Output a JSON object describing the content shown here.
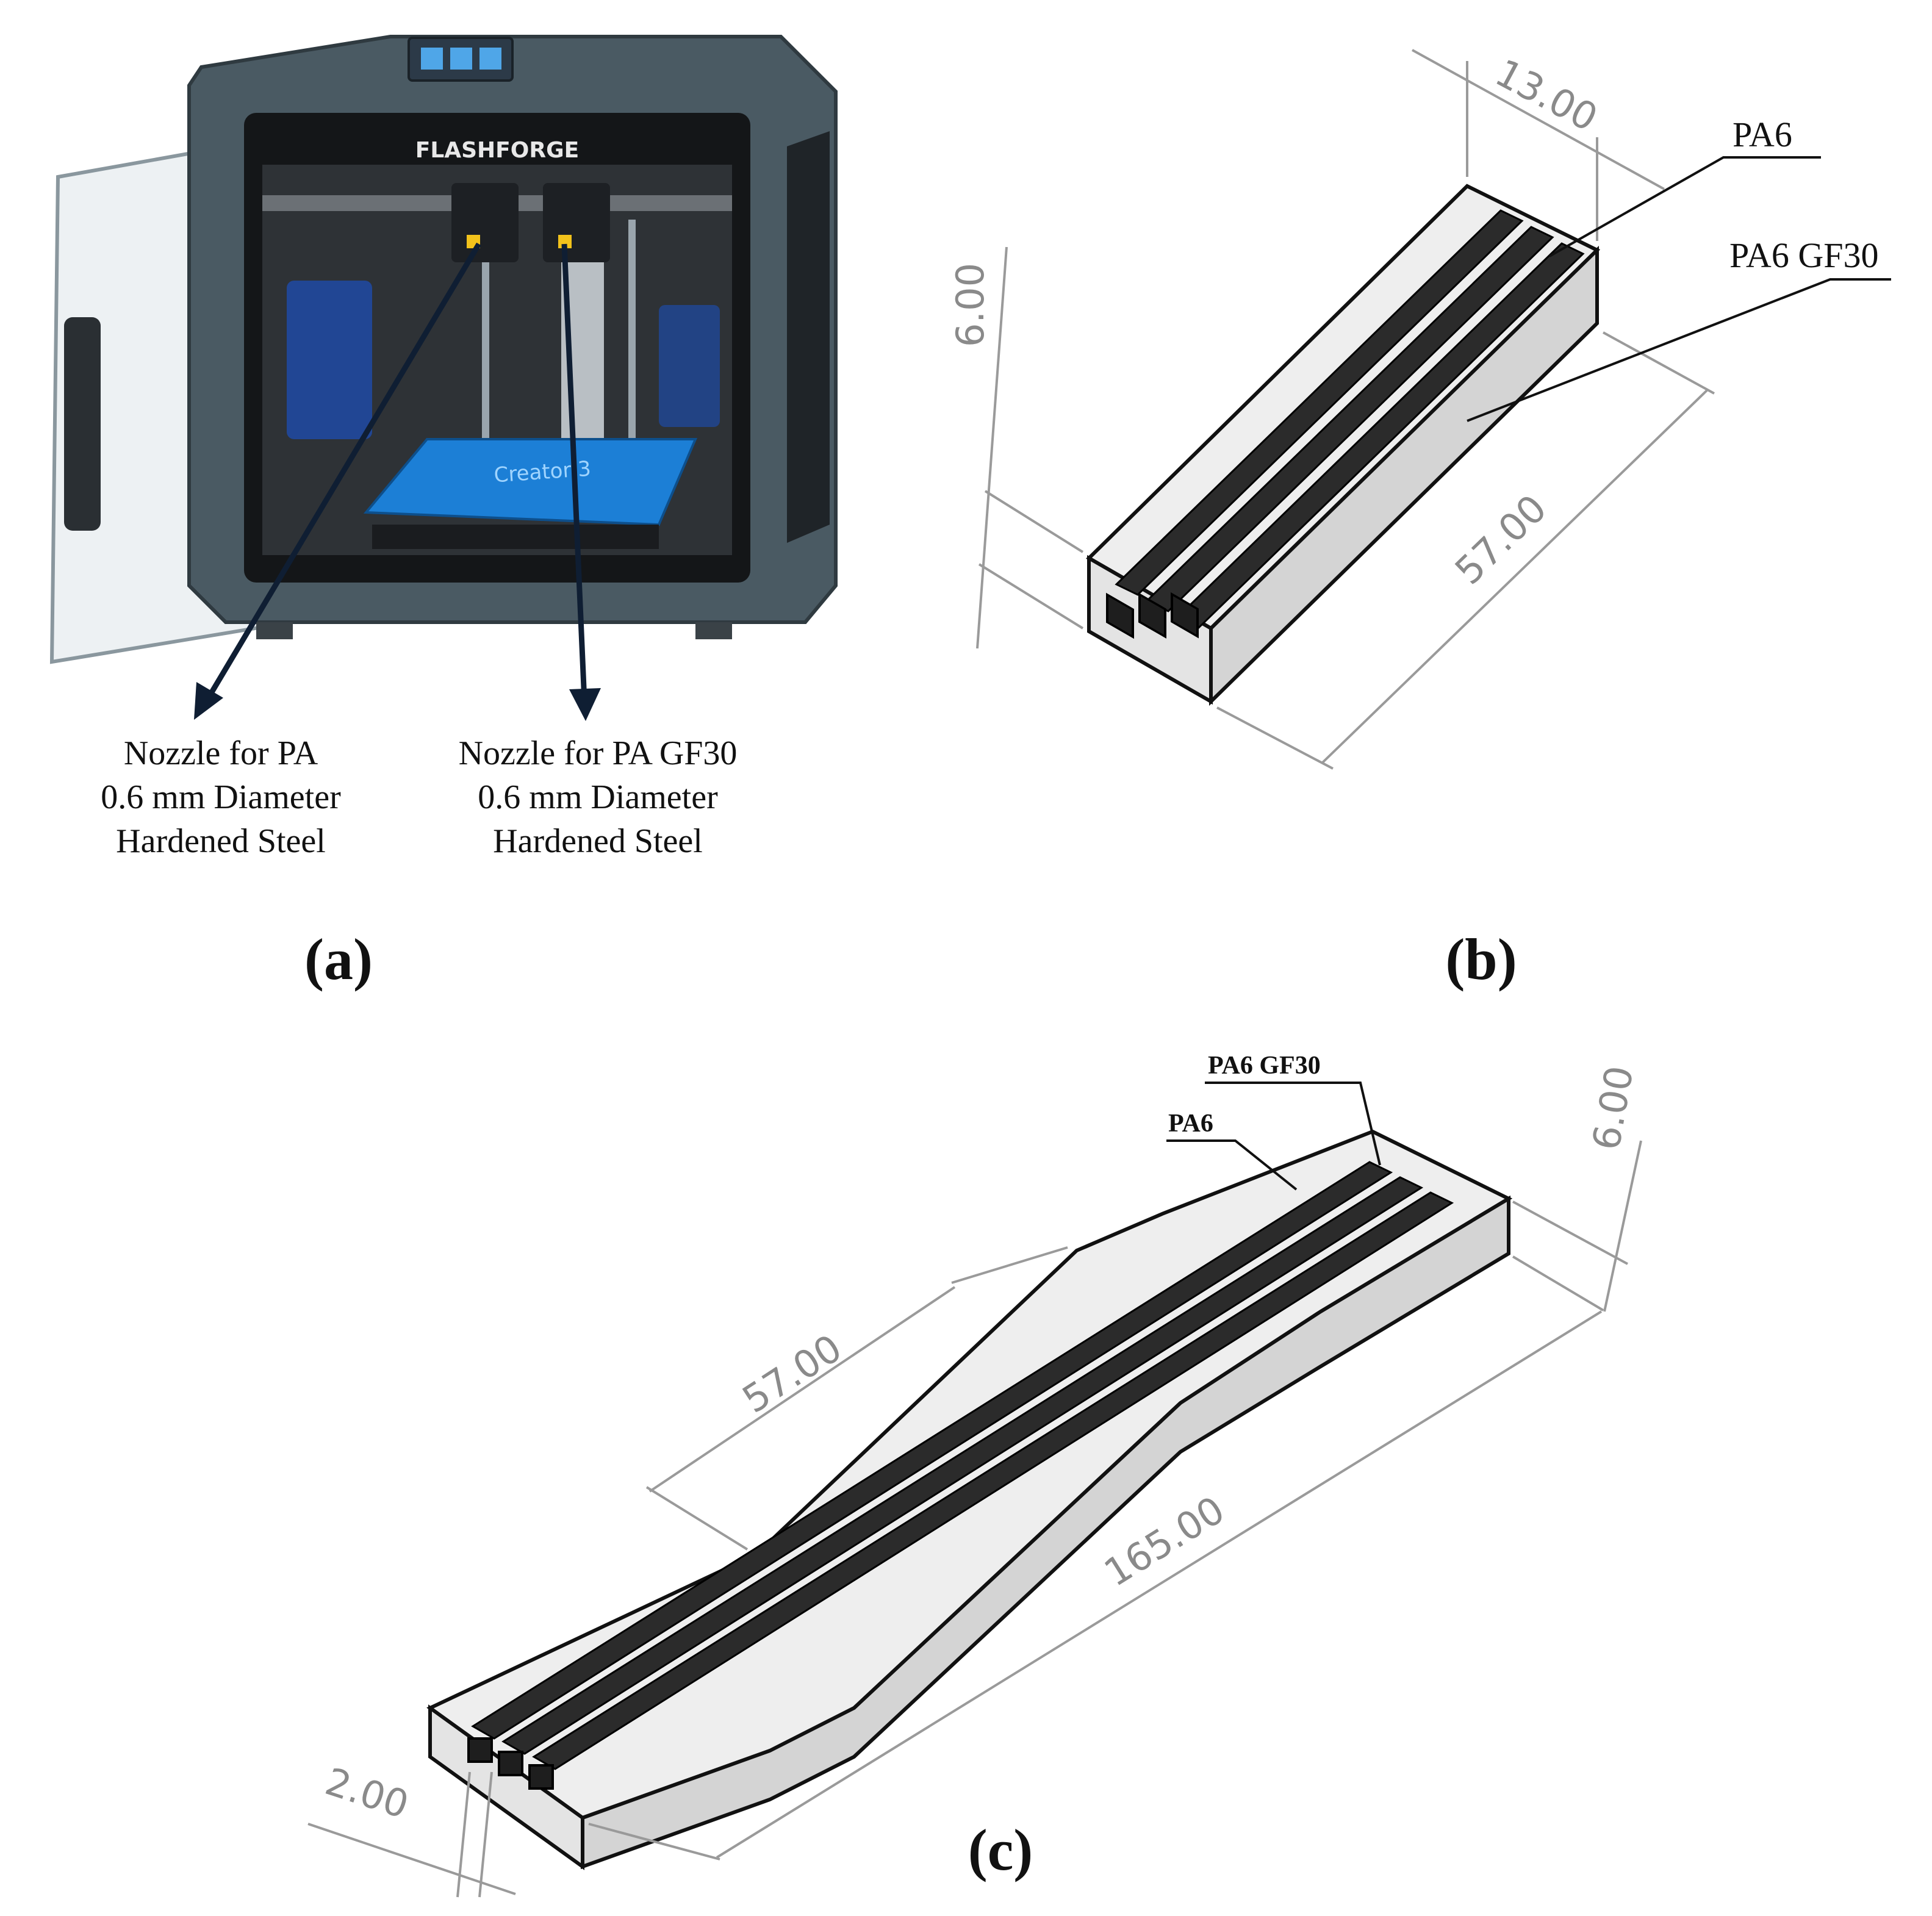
{
  "panel_a": {
    "label": "(a)",
    "printer_brand": "FLASHFORGE",
    "bed_text": "Creator 3",
    "nozzle_pa": {
      "line1": "Nozzle for PA",
      "line2": "0.6 mm Diameter",
      "line3": "Hardened Steel"
    },
    "nozzle_gf30": {
      "line1": "Nozzle for PA GF30",
      "line2": "0.6 mm Diameter",
      "line3": "Hardened Steel"
    }
  },
  "panel_b": {
    "label": "(b)",
    "dim_width": "13.00",
    "dim_height": "6.00",
    "dim_length": "57.00",
    "mat_pa6": "PA6",
    "mat_gf30": "PA6 GF30"
  },
  "panel_c": {
    "label": "(c)",
    "dim_gauge": "57.00",
    "dim_total": "165.00",
    "dim_height": "6.00",
    "dim_channel": "2.00",
    "mat_gf30": "PA6 GF30",
    "mat_pa6": "PA6"
  },
  "colors": {
    "body_light": "#eeeeee",
    "body_mid": "#d4d4d4",
    "channel_dark": "#2b2b2b",
    "printer_frame": "#4a5a63",
    "bed_blue": "#1c7fd6"
  }
}
